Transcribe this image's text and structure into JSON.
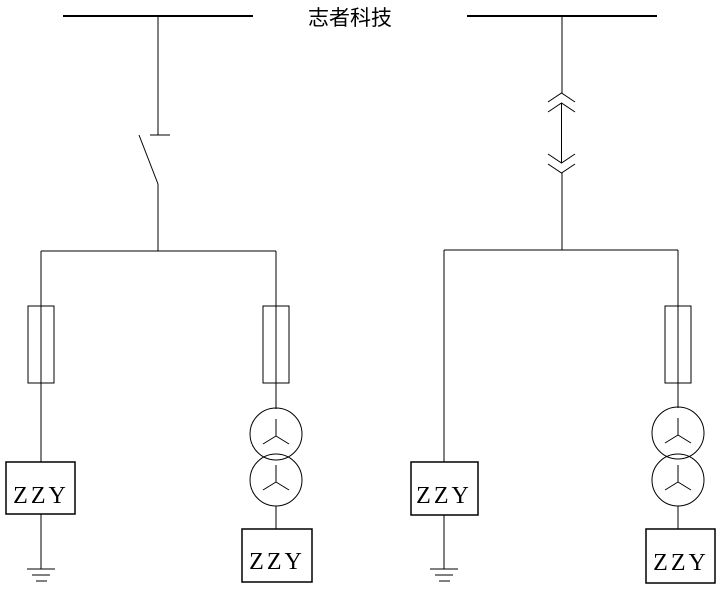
{
  "title": "志者科技",
  "colors": {
    "line": "#000000",
    "background": "#ffffff"
  },
  "loads": [
    "ZZY",
    "ZZY",
    "ZZY",
    "ZZY"
  ],
  "components": {
    "left_section_switch": "disconnector-switch",
    "right_section_coupling": "withdrawable-drawout-contacts",
    "branch_protection": "fuse",
    "transformer": "two-winding-transformer-wye-wye",
    "earthing": "ground-symbol",
    "bus": "busbar"
  }
}
